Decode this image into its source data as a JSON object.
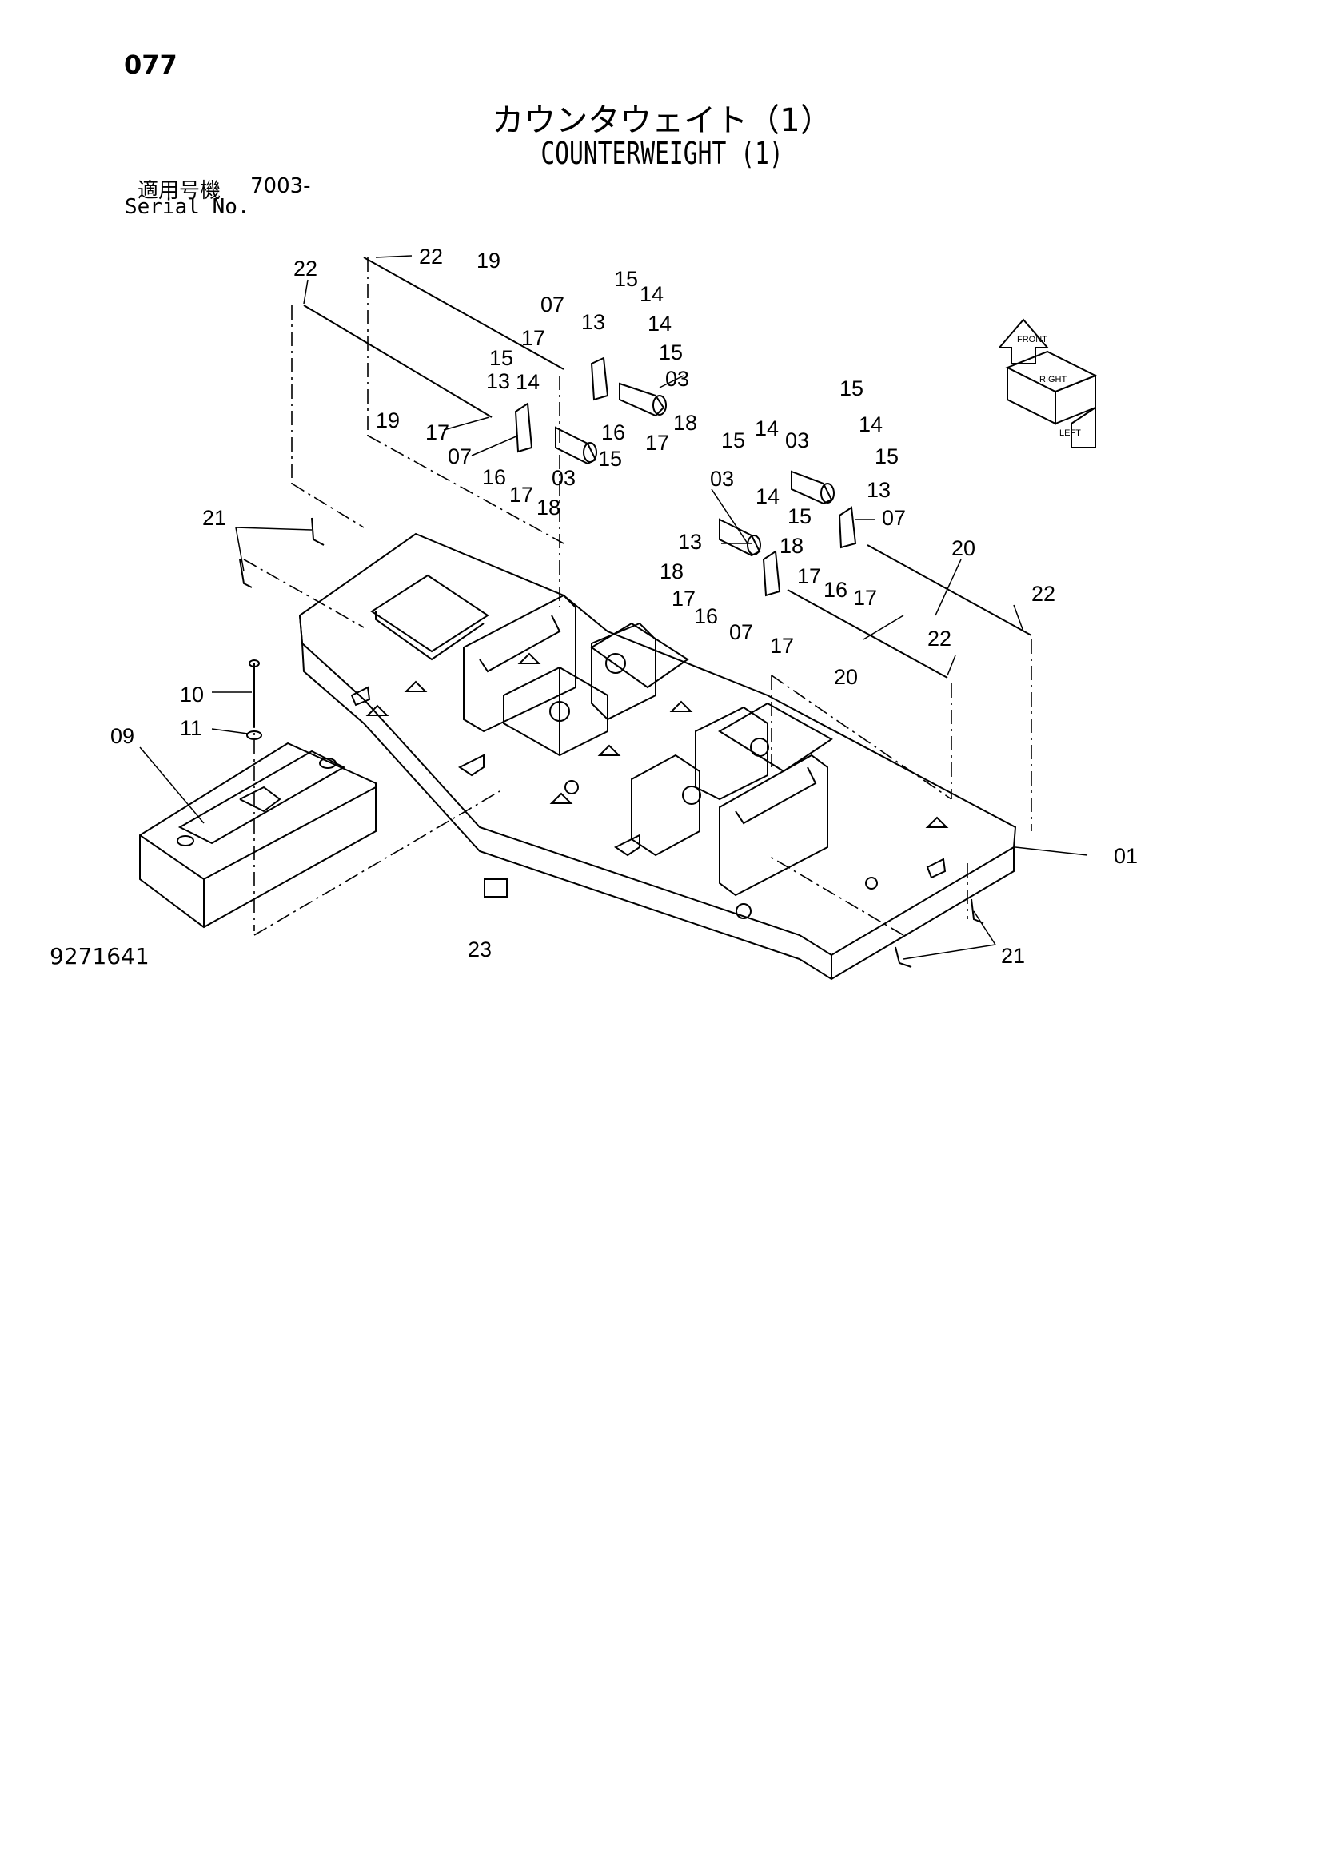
{
  "header": {
    "page_number": "077",
    "title_jp": "カウンタウェイト（1）",
    "title_en": "COUNTERWEIGHT (1)",
    "serial_label_jp": "適用号機",
    "serial_value": "7003-",
    "serial_label_en": "Serial No."
  },
  "footer": {
    "drawing_number": "9271641"
  },
  "callouts": {
    "c01": "01",
    "c03a": "03",
    "c03b": "03",
    "c03c": "03",
    "c03d": "03",
    "c07a": "07",
    "c07b": "07",
    "c07c": "07",
    "c07d": "07",
    "c09": "09",
    "c10": "10",
    "c11": "11",
    "c13a": "13",
    "c13b": "13",
    "c13c": "13",
    "c13d": "13",
    "c14a": "14",
    "c14b": "14",
    "c14c": "14",
    "c14d": "14",
    "c14e": "14",
    "c14f": "14",
    "c15a": "15",
    "c15b": "15",
    "c15c": "15",
    "c15d": "15",
    "c15e": "15",
    "c15f": "15",
    "c15g": "15",
    "c15h": "15",
    "c16a": "16",
    "c16b": "16",
    "c16c": "16",
    "c16d": "16",
    "c17a": "17",
    "c17b": "17",
    "c17c": "17",
    "c17d": "17",
    "c17e": "17",
    "c17f": "17",
    "c17g": "17",
    "c17h": "17",
    "c18a": "18",
    "c18b": "18",
    "c18c": "18",
    "c18d": "18",
    "c19a": "19",
    "c19b": "19",
    "c20a": "20",
    "c20b": "20",
    "c21a": "21",
    "c21b": "21",
    "c22a": "22",
    "c22b": "22",
    "c22c": "22",
    "c22d": "22",
    "c23": "23"
  },
  "orientation_icon": {
    "labels": [
      "FRONT",
      "RIGHT",
      "LEFT"
    ]
  }
}
